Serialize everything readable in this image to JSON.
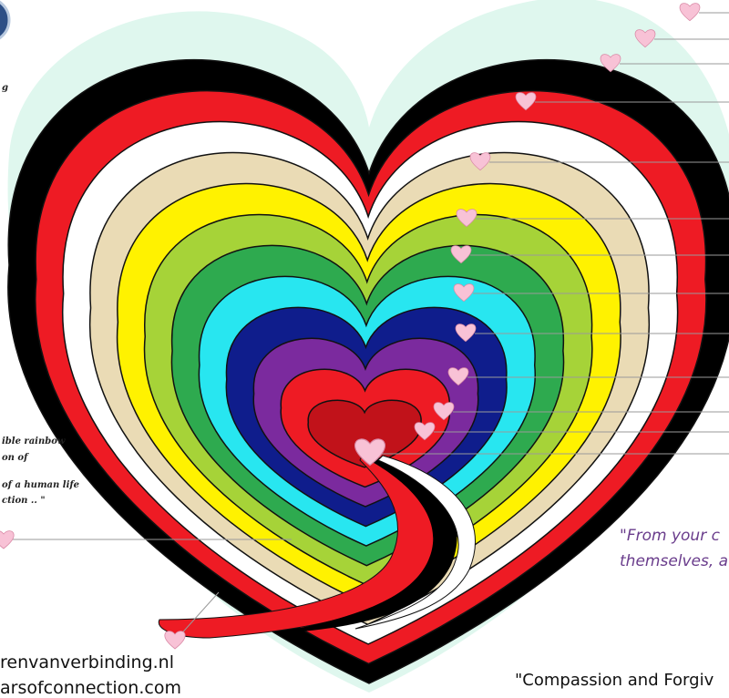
{
  "left_note": {
    "line1": "ible rainbow",
    "line2": "on of",
    "line3": "of a human life",
    "line4": "ction .. \""
  },
  "top_left_fragment": "g",
  "quote_right": {
    "line1": "\"From your c",
    "line2": "themselves, a"
  },
  "quote_bottom": "\"Compassion and Forgiv",
  "websites": {
    "line1": "renvanverbinding.nl",
    "line2": "arsofconnection.com"
  },
  "colors": {
    "mint_background": "#dff7ee",
    "bands": [
      "#000000",
      "#ee1b24",
      "#ffffff",
      "#eadbb5",
      "#fff200",
      "#a6d338",
      "#2eaa4f",
      "#28e6f0",
      "#0f1d8c",
      "#7b2a9e",
      "#ee1b24",
      "#c1121a"
    ],
    "heart_pink": "#f8c2d6",
    "leader_line": "#999999",
    "quote_purple": "#6a3d8c"
  },
  "icons": [
    "pink-heart-icon",
    "circular-logo-icon"
  ]
}
